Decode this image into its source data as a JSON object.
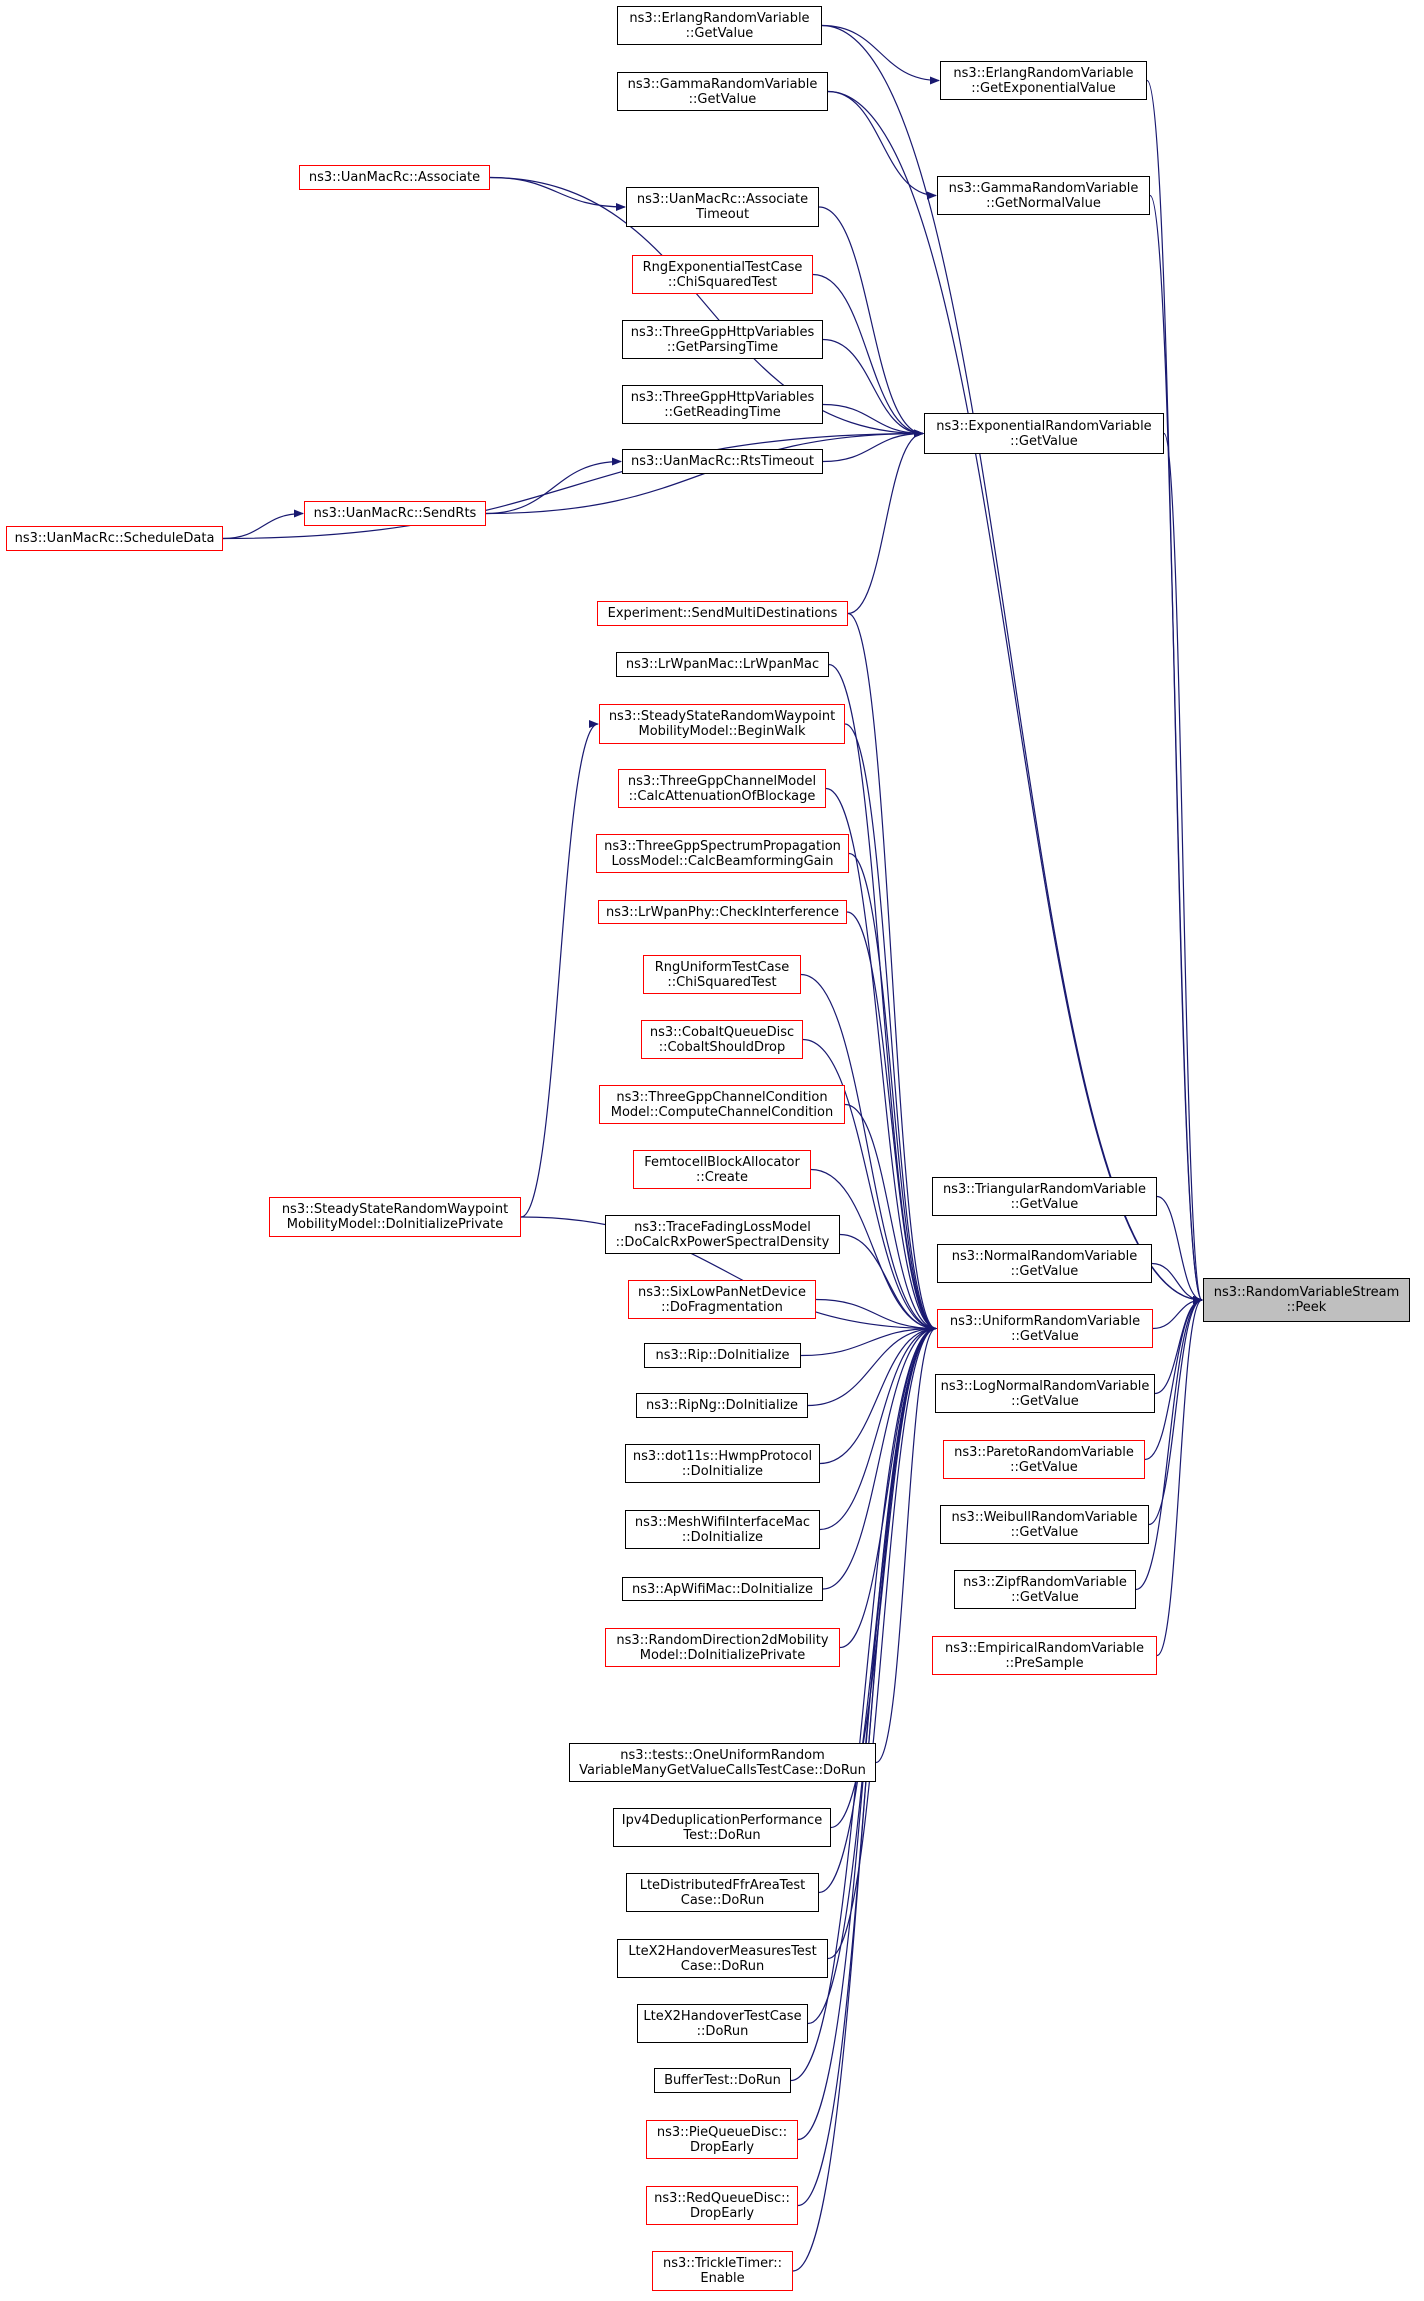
{
  "colors": {
    "edge": "#191970",
    "box_border_documented": "#000000",
    "box_border_undocumented": "#ff0000",
    "focus_fill": "#bfbfbf"
  },
  "nodes": [
    {
      "id": "peek",
      "lines": [
        "ns3::RandomVariableStream",
        "::Peek"
      ],
      "red": false,
      "focus": true
    },
    {
      "id": "erlang_getexp",
      "lines": [
        "ns3::ErlangRandomVariable",
        "::GetExponentialValue"
      ],
      "red": false
    },
    {
      "id": "gamma_getnormal",
      "lines": [
        "ns3::GammaRandomVariable",
        "::GetNormalValue"
      ],
      "red": false
    },
    {
      "id": "exp_getvalue",
      "lines": [
        "ns3::ExponentialRandomVariable",
        "::GetValue"
      ],
      "red": false
    },
    {
      "id": "tri_getvalue",
      "lines": [
        "ns3::TriangularRandomVariable",
        "::GetValue"
      ],
      "red": false
    },
    {
      "id": "normal_getvalue",
      "lines": [
        "ns3::NormalRandomVariable",
        "::GetValue"
      ],
      "red": false
    },
    {
      "id": "uniform_getvalue",
      "lines": [
        "ns3::UniformRandomVariable",
        "::GetValue"
      ],
      "red": true
    },
    {
      "id": "lognormal_getvalue",
      "lines": [
        "ns3::LogNormalRandomVariable",
        "::GetValue"
      ],
      "red": false
    },
    {
      "id": "pareto_getvalue",
      "lines": [
        "ns3::ParetoRandomVariable",
        "::GetValue"
      ],
      "red": true
    },
    {
      "id": "weibull_getvalue",
      "lines": [
        "ns3::WeibullRandomVariable",
        "::GetValue"
      ],
      "red": false
    },
    {
      "id": "zipf_getvalue",
      "lines": [
        "ns3::ZipfRandomVariable",
        "::GetValue"
      ],
      "red": false
    },
    {
      "id": "empirical_presample",
      "lines": [
        "ns3::EmpiricalRandomVariable",
        "::PreSample"
      ],
      "red": true
    },
    {
      "id": "erlang_getvalue",
      "lines": [
        "ns3::ErlangRandomVariable",
        "::GetValue"
      ],
      "red": false
    },
    {
      "id": "gamma_getvalue",
      "lines": [
        "ns3::GammaRandomVariable",
        "::GetValue"
      ],
      "red": false
    },
    {
      "id": "uanmac_associate",
      "lines": [
        "ns3::UanMacRc::Associate"
      ],
      "red": true
    },
    {
      "id": "uanmac_assoc_timeout",
      "lines": [
        "ns3::UanMacRc::Associate",
        "Timeout"
      ],
      "red": false
    },
    {
      "id": "rngexp_chisq",
      "lines": [
        "RngExponentialTestCase",
        "::ChiSquaredTest"
      ],
      "red": true
    },
    {
      "id": "threegpp_parsing",
      "lines": [
        "ns3::ThreeGppHttpVariables",
        "::GetParsingTime"
      ],
      "red": false
    },
    {
      "id": "threegpp_reading",
      "lines": [
        "ns3::ThreeGppHttpVariables",
        "::GetReadingTime"
      ],
      "red": false
    },
    {
      "id": "uanmac_rtstimeout",
      "lines": [
        "ns3::UanMacRc::RtsTimeout"
      ],
      "red": false
    },
    {
      "id": "uanmac_sendrts",
      "lines": [
        "ns3::UanMacRc::SendRts"
      ],
      "red": true
    },
    {
      "id": "uanmac_scheduledata",
      "lines": [
        "ns3::UanMacRc::ScheduleData"
      ],
      "red": true
    },
    {
      "id": "experiment_sendmulti",
      "lines": [
        "Experiment::SendMultiDestinations"
      ],
      "red": true
    },
    {
      "id": "lrwpanmac",
      "lines": [
        "ns3::LrWpanMac::LrWpanMac"
      ],
      "red": false
    },
    {
      "id": "ss_beginwalk",
      "lines": [
        "ns3::SteadyStateRandomWaypoint",
        "MobilityModel::BeginWalk"
      ],
      "red": true
    },
    {
      "id": "ss_doinitprivate",
      "lines": [
        "ns3::SteadyStateRandomWaypoint",
        "MobilityModel::DoInitializePrivate"
      ],
      "red": true
    },
    {
      "id": "tgpp_calcatten",
      "lines": [
        "ns3::ThreeGppChannelModel",
        "::CalcAttenuationOfBlockage"
      ],
      "red": true
    },
    {
      "id": "tgpp_calcbeam",
      "lines": [
        "ns3::ThreeGppSpectrumPropagation",
        "LossModel::CalcBeamformingGain"
      ],
      "red": true
    },
    {
      "id": "lrwpanphy_checkint",
      "lines": [
        "ns3::LrWpanPhy::CheckInterference"
      ],
      "red": true
    },
    {
      "id": "rnguniform_chisq",
      "lines": [
        "RngUniformTestCase",
        "::ChiSquaredTest"
      ],
      "red": true
    },
    {
      "id": "cobalt_shoulddrop",
      "lines": [
        "ns3::CobaltQueueDisc",
        "::CobaltShouldDrop"
      ],
      "red": true
    },
    {
      "id": "tgpp_computecc",
      "lines": [
        "ns3::ThreeGppChannelCondition",
        "Model::ComputeChannelCondition"
      ],
      "red": true
    },
    {
      "id": "femtocell_create",
      "lines": [
        "FemtocellBlockAllocator",
        "::Create"
      ],
      "red": true
    },
    {
      "id": "tracefading",
      "lines": [
        "ns3::TraceFadingLossModel",
        "::DoCalcRxPowerSpectralDensity"
      ],
      "red": false
    },
    {
      "id": "sixlowpan_dofrag",
      "lines": [
        "ns3::SixLowPanNetDevice",
        "::DoFragmentation"
      ],
      "red": true
    },
    {
      "id": "rip_doinit",
      "lines": [
        "ns3::Rip::DoInitialize"
      ],
      "red": false
    },
    {
      "id": "ripng_doinit",
      "lines": [
        "ns3::RipNg::DoInitialize"
      ],
      "red": false
    },
    {
      "id": "dot11s_hwmp",
      "lines": [
        "ns3::dot11s::HwmpProtocol",
        "::DoInitialize"
      ],
      "red": false
    },
    {
      "id": "meshwifi_doinit",
      "lines": [
        "ns3::MeshWifiInterfaceMac",
        "::DoInitialize"
      ],
      "red": false
    },
    {
      "id": "apwifi_doinit",
      "lines": [
        "ns3::ApWifiMac::DoInitialize"
      ],
      "red": false
    },
    {
      "id": "randomdir_doinit",
      "lines": [
        "ns3::RandomDirection2dMobility",
        "Model::DoInitializePrivate"
      ],
      "red": true
    },
    {
      "id": "tests_oneuniform",
      "lines": [
        "ns3::tests::OneUniformRandom",
        "VariableManyGetValueCallsTestCase::DoRun"
      ],
      "red": false
    },
    {
      "id": "ipv4dedup",
      "lines": [
        "Ipv4DeduplicationPerformance",
        "Test::DoRun"
      ],
      "red": false
    },
    {
      "id": "ltedistffr",
      "lines": [
        "LteDistributedFfrAreaTest",
        "Case::DoRun"
      ],
      "red": false
    },
    {
      "id": "ltex2measures",
      "lines": [
        "LteX2HandoverMeasuresTest",
        "Case::DoRun"
      ],
      "red": false
    },
    {
      "id": "ltex2handover",
      "lines": [
        "LteX2HandoverTestCase",
        "::DoRun"
      ],
      "red": false
    },
    {
      "id": "buffertest",
      "lines": [
        "BufferTest::DoRun"
      ],
      "red": false
    },
    {
      "id": "piequeue_dropearly",
      "lines": [
        "ns3::PieQueueDisc::",
        "DropEarly"
      ],
      "red": true
    },
    {
      "id": "redqueue_dropearly",
      "lines": [
        "ns3::RedQueueDisc::",
        "DropEarly"
      ],
      "red": true
    },
    {
      "id": "trickletimer_enable",
      "lines": [
        "ns3::TrickleTimer::",
        "Enable"
      ],
      "red": true
    }
  ],
  "edges": [
    [
      "erlang_getexp",
      "peek"
    ],
    [
      "gamma_getnormal",
      "peek"
    ],
    [
      "exp_getvalue",
      "peek"
    ],
    [
      "tri_getvalue",
      "peek"
    ],
    [
      "normal_getvalue",
      "peek"
    ],
    [
      "uniform_getvalue",
      "peek"
    ],
    [
      "lognormal_getvalue",
      "peek"
    ],
    [
      "pareto_getvalue",
      "peek"
    ],
    [
      "weibull_getvalue",
      "peek"
    ],
    [
      "zipf_getvalue",
      "peek"
    ],
    [
      "empirical_presample",
      "peek"
    ],
    [
      "erlang_getvalue",
      "peek"
    ],
    [
      "gamma_getvalue",
      "peek"
    ],
    [
      "erlang_getvalue",
      "erlang_getexp"
    ],
    [
      "gamma_getvalue",
      "gamma_getnormal"
    ],
    [
      "uanmac_associate",
      "exp_getvalue"
    ],
    [
      "uanmac_assoc_timeout",
      "exp_getvalue"
    ],
    [
      "rngexp_chisq",
      "exp_getvalue"
    ],
    [
      "threegpp_parsing",
      "exp_getvalue"
    ],
    [
      "threegpp_reading",
      "exp_getvalue"
    ],
    [
      "uanmac_rtstimeout",
      "exp_getvalue"
    ],
    [
      "uanmac_sendrts",
      "exp_getvalue"
    ],
    [
      "uanmac_scheduledata",
      "exp_getvalue"
    ],
    [
      "experiment_sendmulti",
      "exp_getvalue"
    ],
    [
      "uanmac_associate",
      "uanmac_assoc_timeout"
    ],
    [
      "uanmac_sendrts",
      "uanmac_rtstimeout"
    ],
    [
      "uanmac_scheduledata",
      "uanmac_sendrts"
    ],
    [
      "experiment_sendmulti",
      "uniform_getvalue"
    ],
    [
      "lrwpanmac",
      "uniform_getvalue"
    ],
    [
      "ss_beginwalk",
      "uniform_getvalue"
    ],
    [
      "tgpp_calcatten",
      "uniform_getvalue"
    ],
    [
      "tgpp_calcbeam",
      "uniform_getvalue"
    ],
    [
      "lrwpanphy_checkint",
      "uniform_getvalue"
    ],
    [
      "rnguniform_chisq",
      "uniform_getvalue"
    ],
    [
      "cobalt_shoulddrop",
      "uniform_getvalue"
    ],
    [
      "tgpp_computecc",
      "uniform_getvalue"
    ],
    [
      "femtocell_create",
      "uniform_getvalue"
    ],
    [
      "tracefading",
      "uniform_getvalue"
    ],
    [
      "sixlowpan_dofrag",
      "uniform_getvalue"
    ],
    [
      "rip_doinit",
      "uniform_getvalue"
    ],
    [
      "ripng_doinit",
      "uniform_getvalue"
    ],
    [
      "dot11s_hwmp",
      "uniform_getvalue"
    ],
    [
      "meshwifi_doinit",
      "uniform_getvalue"
    ],
    [
      "apwifi_doinit",
      "uniform_getvalue"
    ],
    [
      "randomdir_doinit",
      "uniform_getvalue"
    ],
    [
      "tests_oneuniform",
      "uniform_getvalue"
    ],
    [
      "ipv4dedup",
      "uniform_getvalue"
    ],
    [
      "ltedistffr",
      "uniform_getvalue"
    ],
    [
      "ltex2measures",
      "uniform_getvalue"
    ],
    [
      "ltex2handover",
      "uniform_getvalue"
    ],
    [
      "buffertest",
      "uniform_getvalue"
    ],
    [
      "piequeue_dropearly",
      "uniform_getvalue"
    ],
    [
      "redqueue_dropearly",
      "uniform_getvalue"
    ],
    [
      "trickletimer_enable",
      "uniform_getvalue"
    ],
    [
      "ss_doinitprivate",
      "ss_beginwalk"
    ],
    [
      "ss_doinitprivate",
      "uniform_getvalue"
    ]
  ]
}
